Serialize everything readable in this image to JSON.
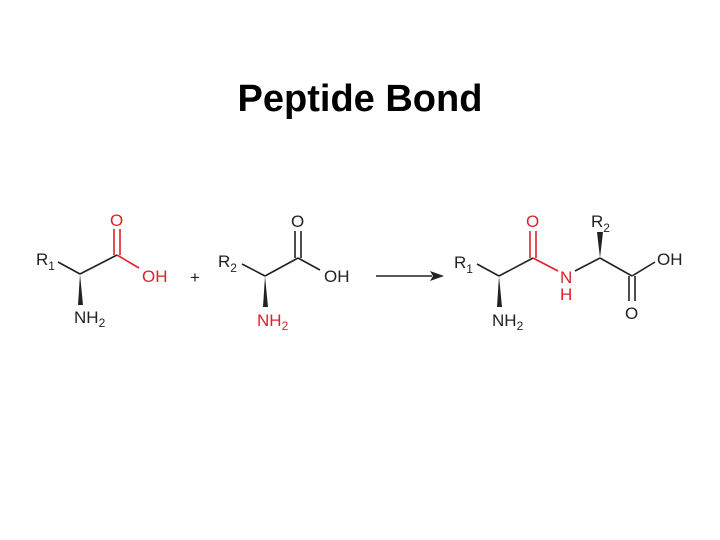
{
  "title": "Peptide Bond",
  "colors": {
    "black": "#222222",
    "red": "#e0202a"
  },
  "reactant1": {
    "r_symbol": "R",
    "r_index": "1",
    "carbonyl_o": "O",
    "hydroxyl": "OH",
    "amine": "NH",
    "amine_index": "2"
  },
  "plus": "+",
  "reactant2": {
    "r_symbol": "R",
    "r_index": "2",
    "carbonyl_o": "O",
    "hydroxyl": "OH",
    "amine": "NH",
    "amine_index": "2"
  },
  "product": {
    "r1_symbol": "R",
    "r1_index": "1",
    "r2_symbol": "R",
    "r2_index": "2",
    "amide_o": "O",
    "amide_n": "N",
    "amide_h": "H",
    "hydroxyl": "OH",
    "carbonyl_o": "O",
    "amine": "NH",
    "amine_index": "2"
  }
}
